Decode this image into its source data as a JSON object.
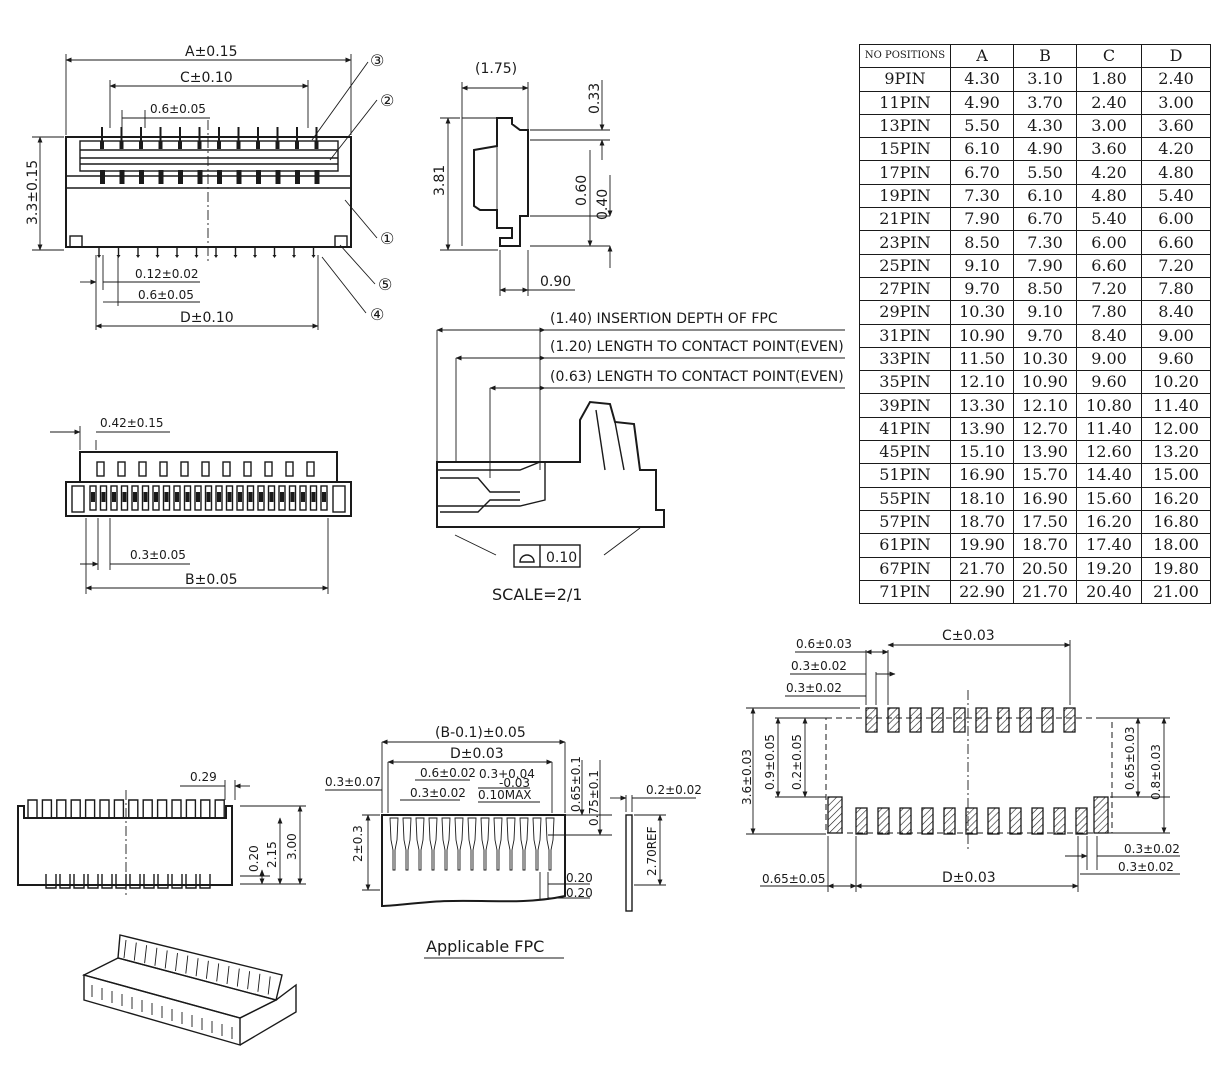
{
  "table": {
    "headers": [
      "NO POSITIONS",
      "A",
      "B",
      "C",
      "D"
    ],
    "rows": [
      [
        "9PIN",
        "4.30",
        "3.10",
        "1.80",
        "2.40"
      ],
      [
        "11PIN",
        "4.90",
        "3.70",
        "2.40",
        "3.00"
      ],
      [
        "13PIN",
        "5.50",
        "4.30",
        "3.00",
        "3.60"
      ],
      [
        "15PIN",
        "6.10",
        "4.90",
        "3.60",
        "4.20"
      ],
      [
        "17PIN",
        "6.70",
        "5.50",
        "4.20",
        "4.80"
      ],
      [
        "19PIN",
        "7.30",
        "6.10",
        "4.80",
        "5.40"
      ],
      [
        "21PIN",
        "7.90",
        "6.70",
        "5.40",
        "6.00"
      ],
      [
        "23PIN",
        "8.50",
        "7.30",
        "6.00",
        "6.60"
      ],
      [
        "25PIN",
        "9.10",
        "7.90",
        "6.60",
        "7.20"
      ],
      [
        "27PIN",
        "9.70",
        "8.50",
        "7.20",
        "7.80"
      ],
      [
        "29PIN",
        "10.30",
        "9.10",
        "7.80",
        "8.40"
      ],
      [
        "31PIN",
        "10.90",
        "9.70",
        "8.40",
        "9.00"
      ],
      [
        "33PIN",
        "11.50",
        "10.30",
        "9.00",
        "9.60"
      ],
      [
        "35PIN",
        "12.10",
        "10.90",
        "9.60",
        "10.20"
      ],
      [
        "39PIN",
        "13.30",
        "12.10",
        "10.80",
        "11.40"
      ],
      [
        "41PIN",
        "13.90",
        "12.70",
        "11.40",
        "12.00"
      ],
      [
        "45PIN",
        "15.10",
        "13.90",
        "12.60",
        "13.20"
      ],
      [
        "51PIN",
        "16.90",
        "15.70",
        "14.40",
        "15.00"
      ],
      [
        "55PIN",
        "18.10",
        "16.90",
        "15.60",
        "16.20"
      ],
      [
        "57PIN",
        "18.70",
        "17.50",
        "16.20",
        "16.80"
      ],
      [
        "61PIN",
        "19.90",
        "18.70",
        "17.40",
        "18.00"
      ],
      [
        "67PIN",
        "21.70",
        "20.50",
        "19.20",
        "19.80"
      ],
      [
        "71PIN",
        "22.90",
        "21.70",
        "20.40",
        "21.00"
      ]
    ]
  },
  "top_view": {
    "dim_a": "A±0.15",
    "dim_c": "C±0.10",
    "pitch": "0.6±0.05",
    "height": "3.3±0.15",
    "lead_width": "0.12±0.02",
    "pitch_bottom": "0.6±0.05",
    "dim_d": "D±0.10",
    "callouts": [
      "③",
      "②",
      "①",
      "⑤",
      "④"
    ]
  },
  "side_view": {
    "top_offset": "(1.75)",
    "height": "3.81",
    "d033": "0.33",
    "d060": "0.60",
    "d040": "0.40",
    "d090": "0.90"
  },
  "detail_view": {
    "insertion_depth": "(1.40)  INSERTION DEPTH OF FPC",
    "contact_even_1": "(1.20)  LENGTH TO CONTACT POINT(EVEN)",
    "contact_even_2": "(0.63)  LENGTH TO CONTACT POINT(EVEN)",
    "flatness": "0.10",
    "scale": "SCALE=2/1"
  },
  "front_view": {
    "offset": "0.42±0.15",
    "pitch": "0.3±0.05",
    "dim_b": "B±0.05"
  },
  "end_view": {
    "d029": "0.29",
    "d020": "0.20",
    "d215": "2.15",
    "d300": "3.00"
  },
  "fpc": {
    "title": "Applicable  FPC",
    "width": "(B-0.1)±0.05",
    "dim_d": "D±0.03",
    "edge": "0.3±0.07",
    "pitch": "0.6±0.02",
    "pitch_half": "0.3±0.02",
    "tol_top": "0.3+0.04",
    "tol_bottom": "-0.03",
    "max": "0.10MAX",
    "d065": "0.65±0.1",
    "d075": "0.75±0.1",
    "length": "2±0.3",
    "d020a": "0.20",
    "d020b": "0.20",
    "thickness": "0.2±0.02",
    "ref": "2.70REF"
  },
  "pcb": {
    "pitch": "0.6±0.03",
    "pad_w1": "0.3±0.02",
    "pad_w2": "0.3±0.02",
    "dim_c": "C±0.03",
    "h36": "3.6±0.03",
    "h09": "0.9±0.05",
    "h02": "0.2±0.05",
    "h065": "0.65±0.03",
    "h08": "0.8±0.03",
    "edge": "0.65±0.05",
    "dim_d": "D±0.03",
    "b1": "0.3±0.02",
    "b2": "0.3±0.02"
  }
}
